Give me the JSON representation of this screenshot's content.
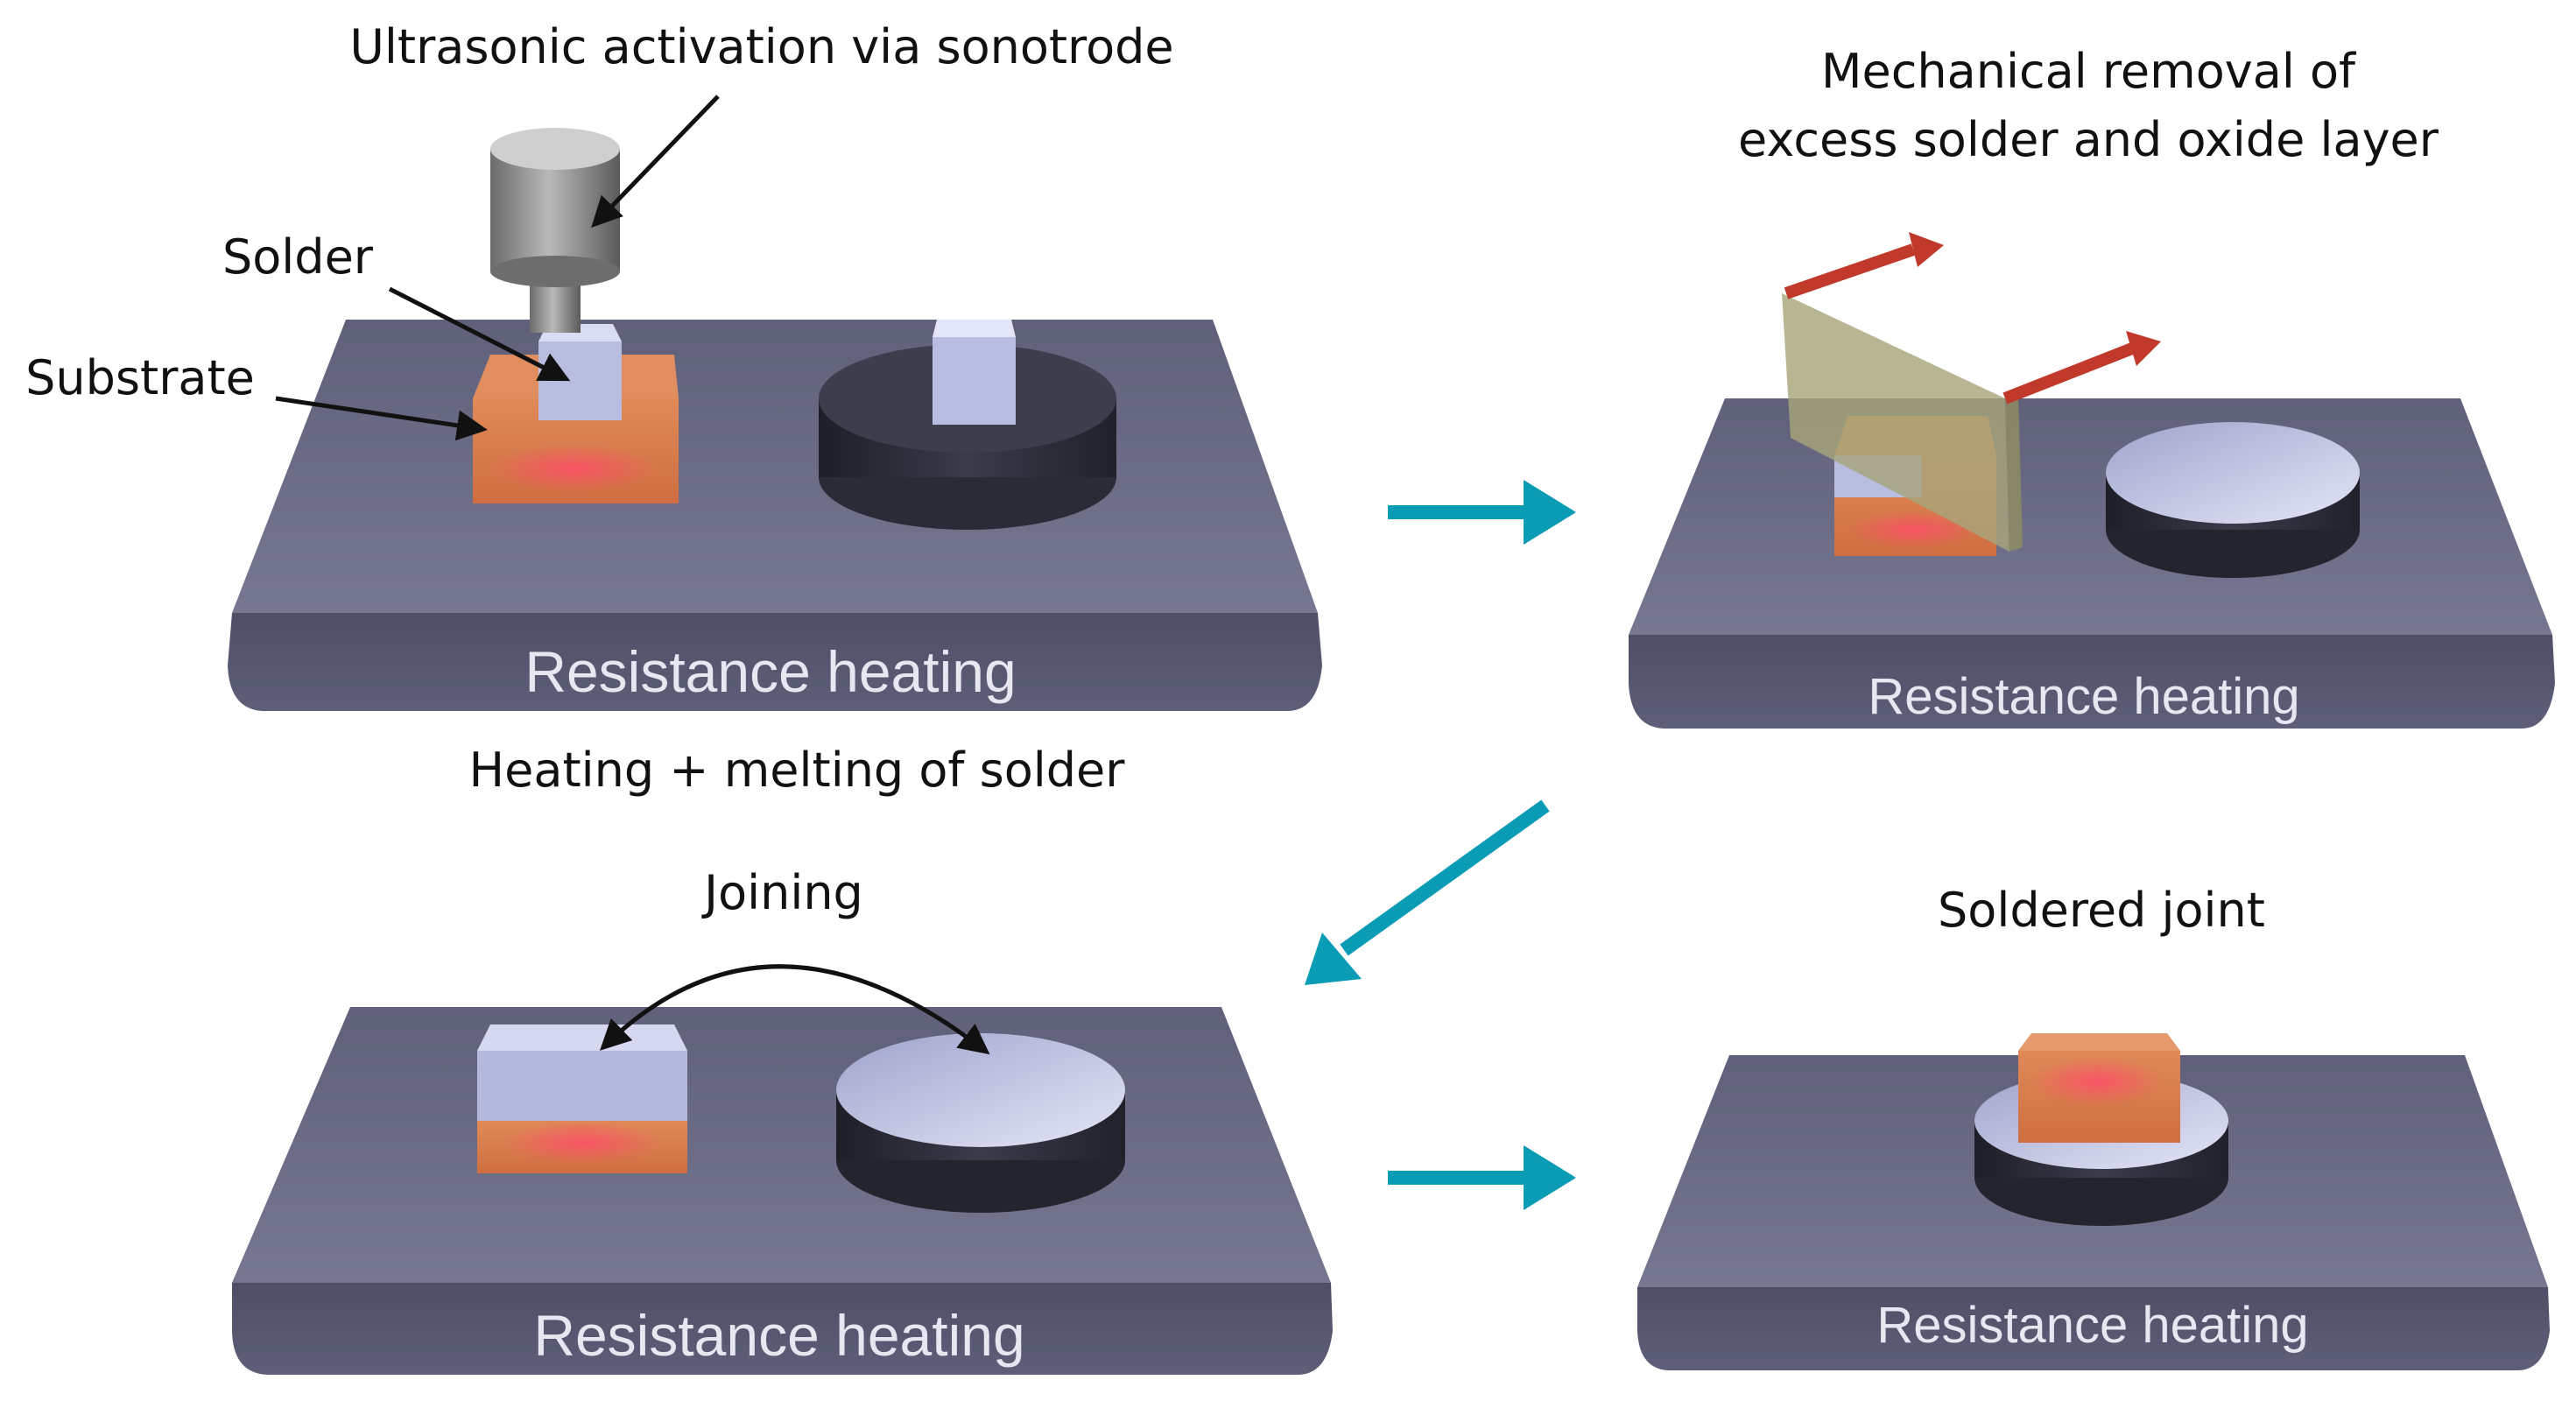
{
  "labels": {
    "sonotrode": "Ultrasonic activation via sonotrode",
    "solder": "Solder",
    "substrate": "Substrate",
    "heating_melting": "Heating + melting of solder",
    "mechanical_removal_line1": "Mechanical removal of",
    "mechanical_removal_line2": "excess solder and oxide layer",
    "joining": "Joining",
    "soldered_joint": "Soldered joint"
  },
  "plates": {
    "step1": "Resistance heating",
    "step2": "Resistance heating",
    "step3": "Resistance heating",
    "step4": "Resistance heating"
  },
  "colors": {
    "plate": "#6a6b86",
    "copper": "#d97a4e",
    "solder_coat": "#c9cdea",
    "dark_disc": "#2c2d38",
    "flow_arrow": "#0a9bb5",
    "removal_arrow": "#c0392b"
  }
}
